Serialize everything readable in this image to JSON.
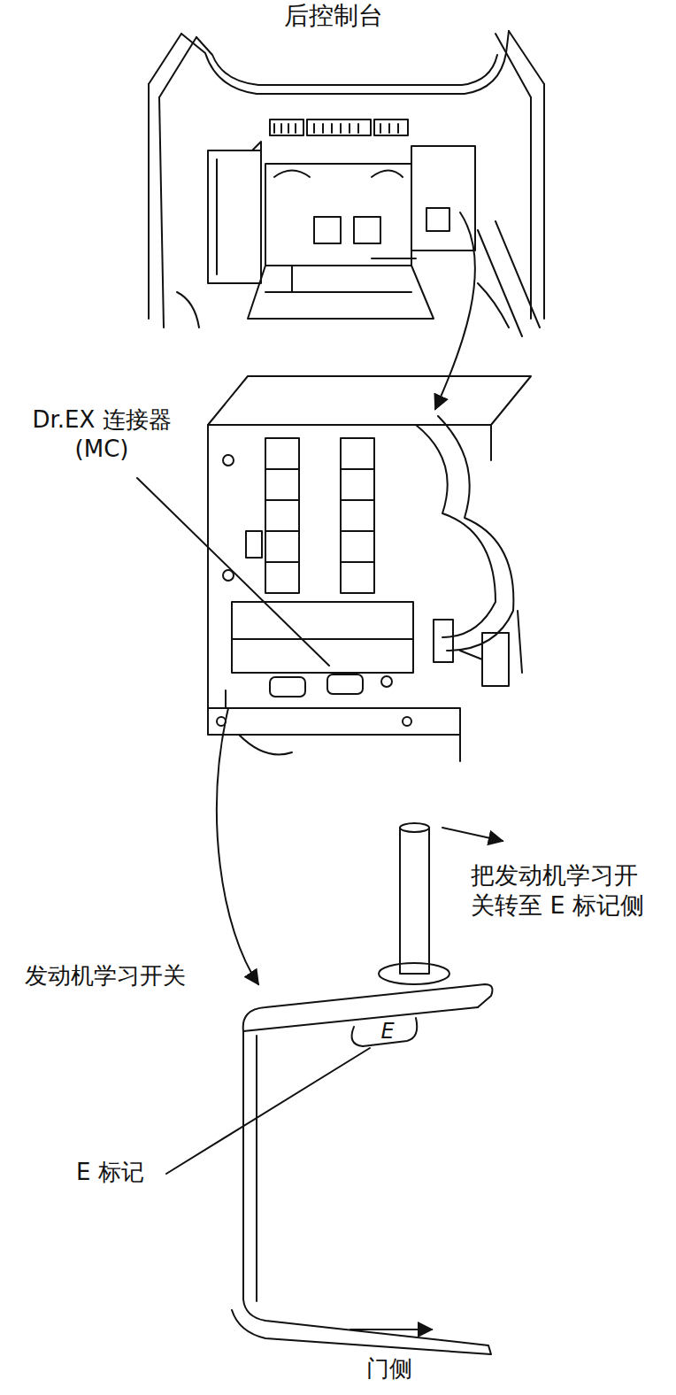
{
  "diagram": {
    "title": "后控制台",
    "labels": [
      "Dr.EX 连接器 (MC)",
      "把发动机学习开关转至 E 标记侧",
      "发动机学习开关",
      "E",
      "E 标记",
      "门侧"
    ]
  }
}
